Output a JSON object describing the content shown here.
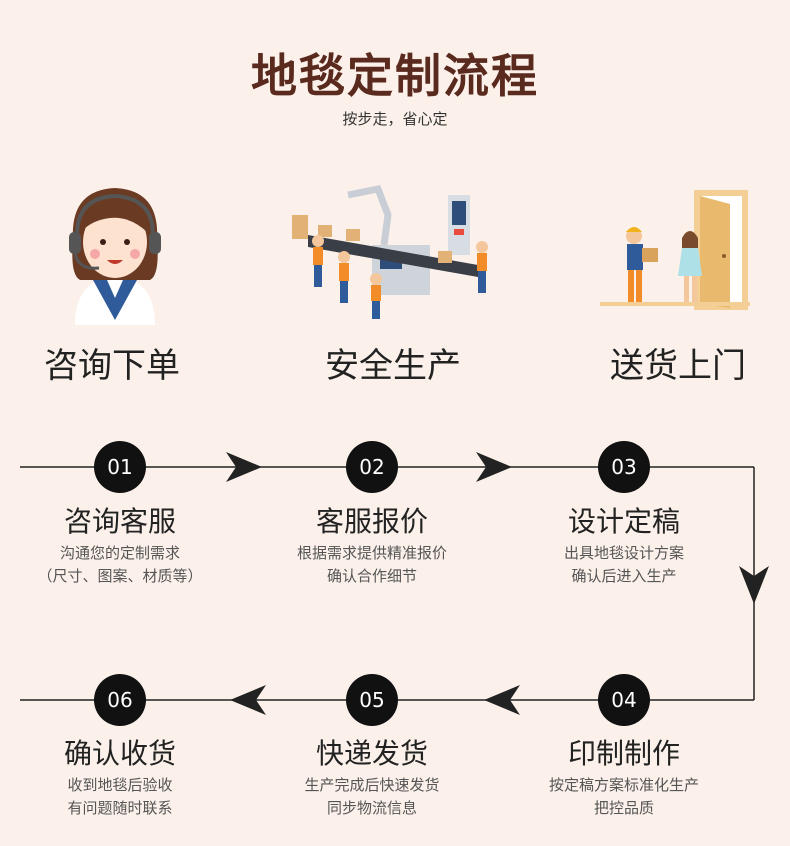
{
  "header": {
    "title": "地毯定制流程",
    "subtitle": "按步走，省心定"
  },
  "illustrations": [
    {
      "label": "咨询下单",
      "icon": "customer-service-agent"
    },
    {
      "label": "安全生产",
      "icon": "factory-production-line"
    },
    {
      "label": "送货上门",
      "icon": "home-delivery"
    }
  ],
  "steps": [
    {
      "num": "01",
      "title": "咨询客服",
      "desc": [
        "沟通您的定制需求",
        "（尺寸、图案、材质等）"
      ]
    },
    {
      "num": "02",
      "title": "客服报价",
      "desc": [
        "根据需求提供精准报价",
        "确认合作细节"
      ]
    },
    {
      "num": "03",
      "title": "设计定稿",
      "desc": [
        "出具地毯设计方案",
        "确认后进入生产"
      ]
    },
    {
      "num": "04",
      "title": "印制制作",
      "desc": [
        "按定稿方案标准化生产",
        "把控品质"
      ]
    },
    {
      "num": "05",
      "title": "快递发货",
      "desc": [
        "生产完成后快速发货",
        "同步物流信息"
      ]
    },
    {
      "num": "06",
      "title": "确认收货",
      "desc": [
        "收到地毯后验收",
        "有问题随时联系"
      ]
    }
  ],
  "colors": {
    "background": "#fbf1ea",
    "title": "#5a2a1e",
    "circle": "#111111"
  }
}
